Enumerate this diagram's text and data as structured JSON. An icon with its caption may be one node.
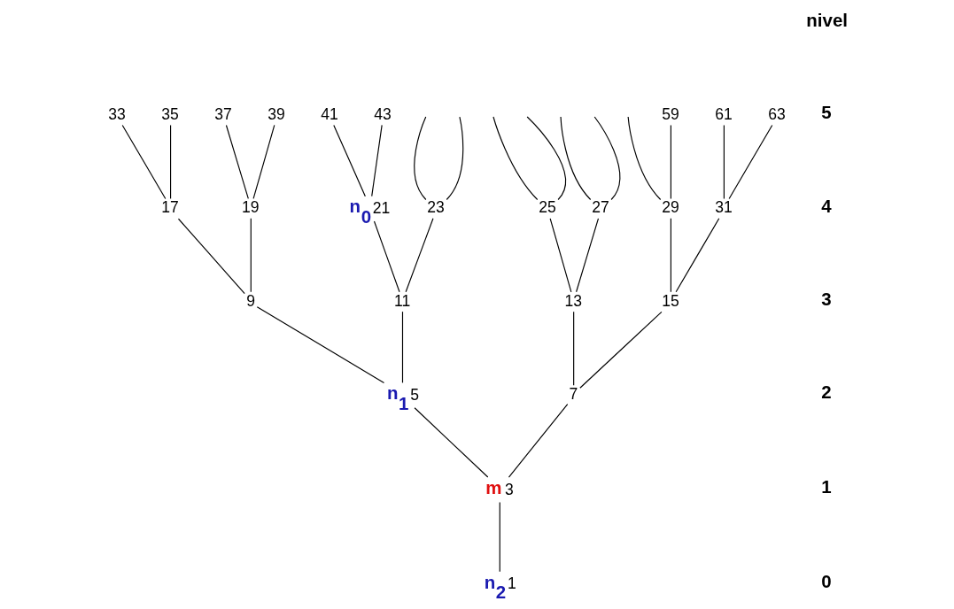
{
  "diagram": {
    "nodes": [
      {
        "text": [
          "33"
        ]
      },
      {
        "text": [
          "35"
        ]
      },
      {
        "text": [
          "37"
        ]
      },
      {
        "text": [
          "39"
        ]
      },
      {
        "text": [
          "41"
        ]
      },
      {
        "text": [
          "43"
        ]
      },
      {
        "text": [
          "59"
        ]
      },
      {
        "text": [
          "61"
        ]
      },
      {
        "text": [
          "63"
        ]
      },
      {
        "text": [
          "17"
        ]
      },
      {
        "text": [
          "19"
        ]
      },
      {
        "text": [
          "21"
        ],
        "beside": [
          "n$_{0}$"
        ]
      },
      {
        "text": [
          "23"
        ]
      },
      {
        "text": [
          "25"
        ]
      },
      {
        "text": [
          "27"
        ]
      },
      {
        "text": [
          "29"
        ]
      },
      {
        "text": [
          "31"
        ]
      },
      {
        "text": [
          "9"
        ]
      },
      {
        "text": [
          "11"
        ]
      },
      {
        "text": [
          "13"
        ]
      },
      {
        "text": [
          "15"
        ]
      },
      {
        "text": [
          "5"
        ],
        "beside": [
          "n$_{1}$"
        ]
      },
      {
        "text": [
          "7"
        ]
      },
      {
        "text": [
          "3"
        ],
        "beside": [
          "m"
        ]
      },
      {
        "text": [
          "1"
        ],
        "beside": [
          "n$_{2}$"
        ]
      }
    ],
    "edges": [
      {
        "from": 24,
        "to": 23,
        "arrow": "none"
      },
      {
        "from": 23,
        "to": 21,
        "arrow": "none"
      },
      {
        "from": 23,
        "to": 22,
        "arrow": "none"
      },
      {
        "from": 21,
        "to": 17,
        "arrow": "none"
      },
      {
        "from": 21,
        "to": 18,
        "arrow": "none"
      },
      {
        "from": 22,
        "to": 19,
        "arrow": "none"
      },
      {
        "from": 22,
        "to": 20,
        "arrow": "none"
      },
      {
        "from": 17,
        "to": 9,
        "arrow": "none"
      },
      {
        "from": 17,
        "to": 10,
        "arrow": "none"
      },
      {
        "from": 18,
        "to": 11,
        "arrow": "none"
      },
      {
        "from": 18,
        "to": 12,
        "arrow": "none"
      },
      {
        "from": 19,
        "to": 13,
        "arrow": "none"
      },
      {
        "from": 19,
        "to": 14,
        "arrow": "none"
      },
      {
        "from": 20,
        "to": 15,
        "arrow": "none"
      },
      {
        "from": 20,
        "to": 16,
        "arrow": "none"
      },
      {
        "from": 9,
        "to": 0,
        "arrow": "none"
      },
      {
        "from": 9,
        "to": 1,
        "arrow": "none"
      },
      {
        "from": 10,
        "to": 2,
        "arrow": "none"
      },
      {
        "from": 10,
        "to": 3,
        "arrow": "none"
      },
      {
        "from": 11,
        "to": 4,
        "arrow": "none"
      },
      {
        "from": 11,
        "to": 5,
        "arrow": "none"
      },
      {
        "from": null,
        "to": 12,
        "arrow": "none"
      },
      {
        "from": 12,
        "to": null,
        "arrow": "none"
      },
      {
        "from": null,
        "to": 13,
        "arrow": "none"
      },
      {
        "from": 13,
        "to": null,
        "arrow": "none"
      },
      {
        "from": null,
        "to": 14,
        "arrow": "none"
      },
      {
        "from": 14,
        "to": null,
        "arrow": "none"
      },
      {
        "from": 15,
        "to": null,
        "arrow": "none"
      },
      {
        "from": 15,
        "to": 6,
        "arrow": "none"
      },
      {
        "from": 16,
        "to": 7,
        "arrow": "none"
      },
      {
        "from": 16,
        "to": 8,
        "arrow": "none"
      }
    ],
    "labels": [
      "nivel",
      "5",
      "4",
      "3",
      "2",
      "1",
      "0"
    ]
  }
}
